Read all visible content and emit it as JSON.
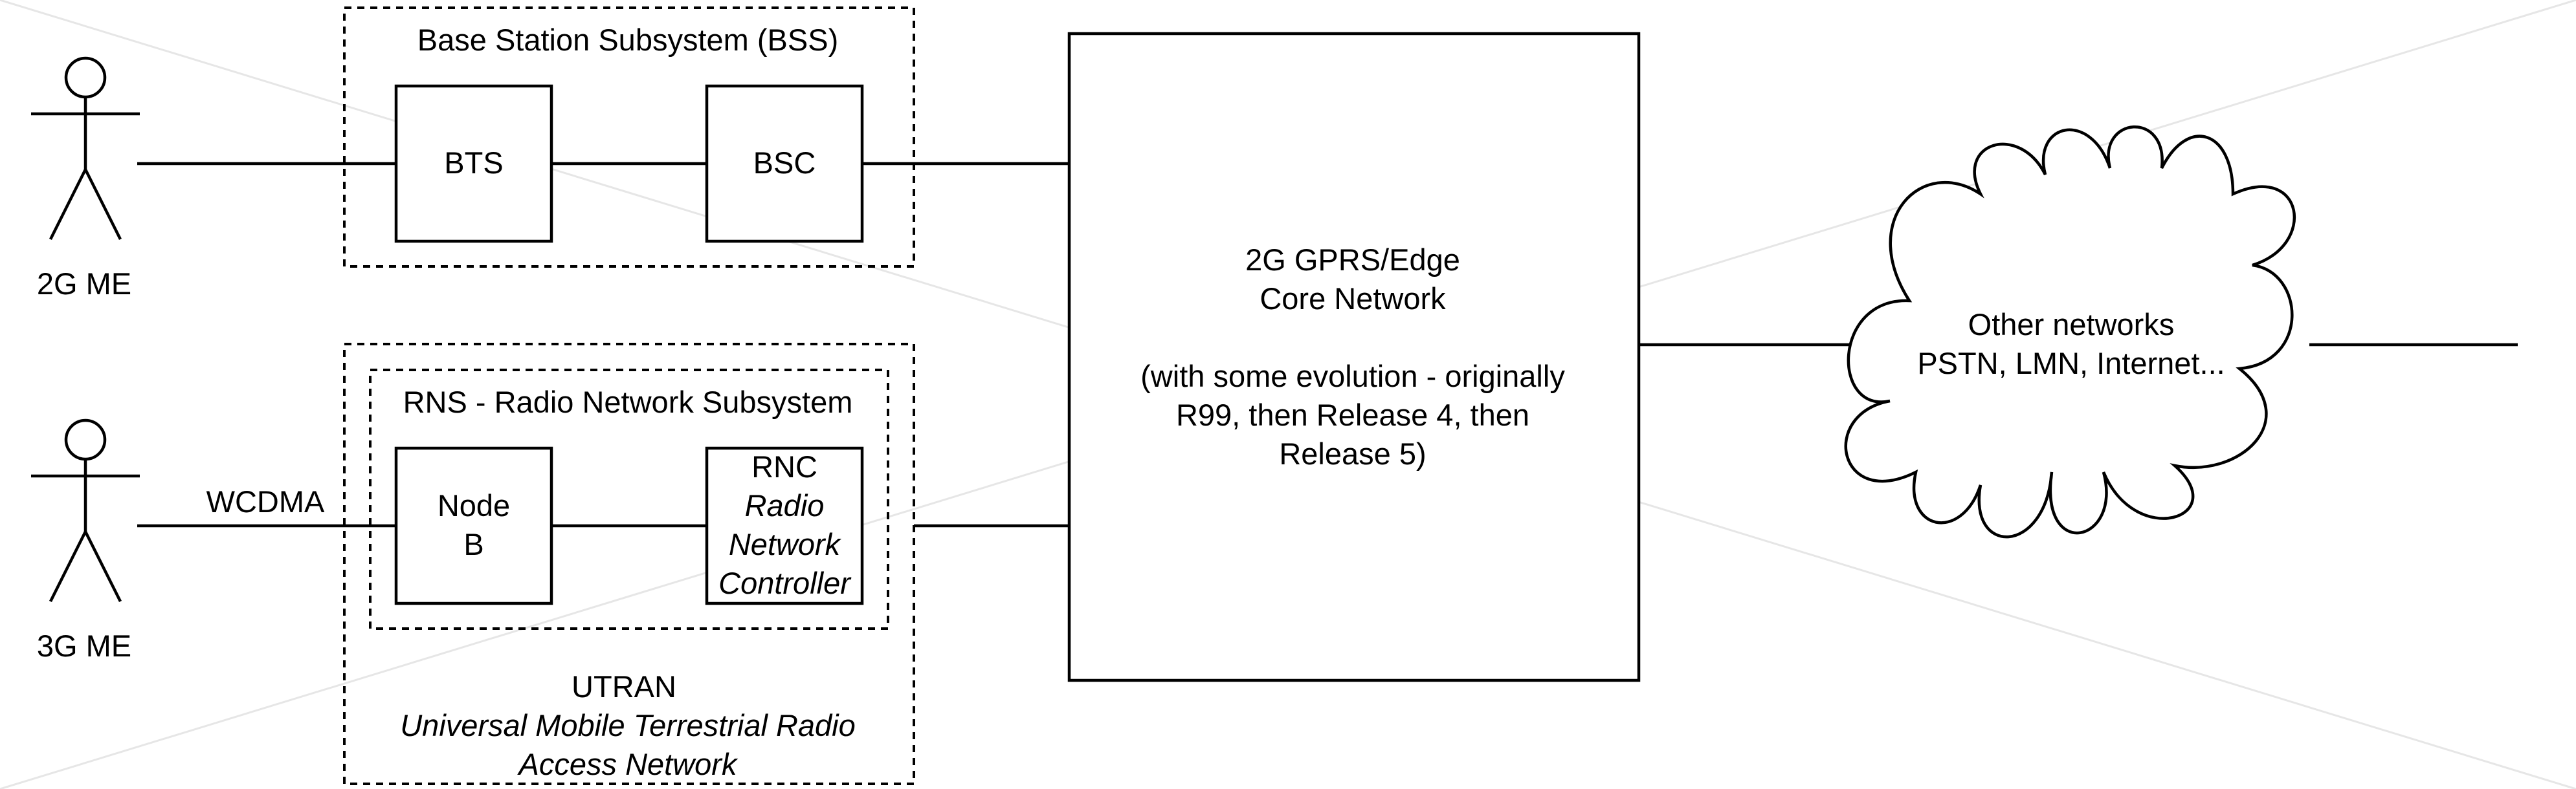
{
  "actors": {
    "me2g": {
      "label": "2G ME"
    },
    "me3g": {
      "label": "3G ME"
    }
  },
  "bss": {
    "title": "Base Station Subsystem (BSS)",
    "bts": "BTS",
    "bsc": "BSC"
  },
  "utran": {
    "rns_title": "RNS - Radio Network Subsystem",
    "nodeb_line1": "Node",
    "nodeb_line2": "B",
    "rnc_line1": "RNC",
    "rnc_line2": "Radio",
    "rnc_line3": "Network",
    "rnc_line4": "Controller",
    "title_line1": "UTRAN",
    "title_line2": "Universal Mobile Terrestrial Radio",
    "title_line3": "Access Network"
  },
  "links": {
    "wcdma": "WCDMA"
  },
  "core": {
    "line1": "2G GPRS/Edge",
    "line2": "Core Network",
    "line3": "(with some evolution - originally",
    "line4": "R99, then Release 4, then",
    "line5": "Release 5)"
  },
  "cloud": {
    "line1": "Other networks",
    "line2": "PSTN, LMN, Internet..."
  }
}
